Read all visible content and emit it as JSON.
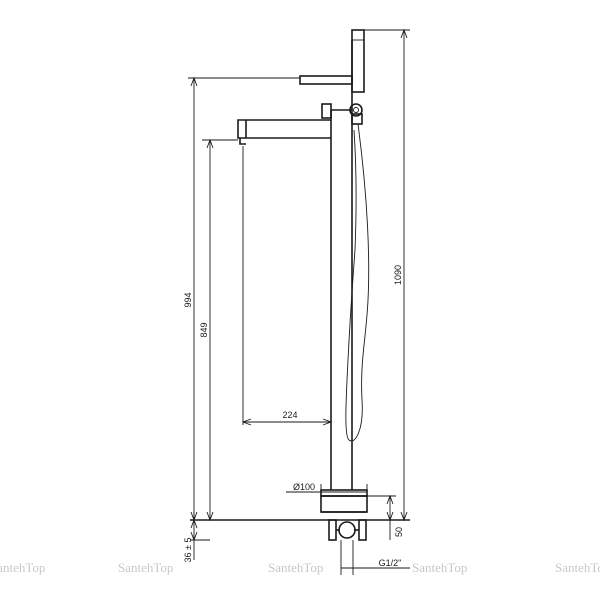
{
  "dimensions": {
    "overall_height": "1090",
    "spout_height": "994",
    "spout_outlet_height": "849",
    "spout_reach": "224",
    "base_diameter": "Ø100",
    "base_height": "50",
    "floor_tolerance": "36 ± 5",
    "thread": "G1/2\""
  },
  "watermark": "SantehTop"
}
